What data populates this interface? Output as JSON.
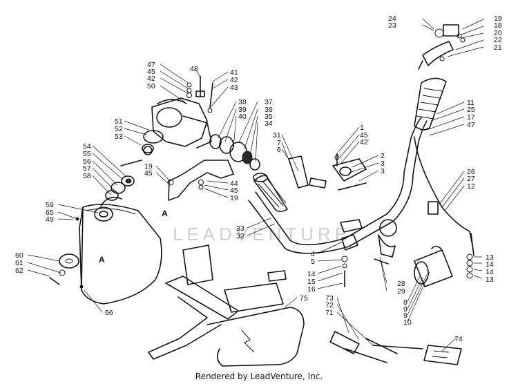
{
  "watermark": "LEADVENTURE",
  "footer": "Rendered by LeadVenture, Inc.",
  "callouts": [
    "A",
    "A"
  ],
  "part_labels": [
    "24",
    "23",
    "19",
    "18",
    "20",
    "22",
    "21",
    "47",
    "45",
    "42",
    "50",
    "48",
    "41",
    "42",
    "43",
    "38",
    "39",
    "40",
    "37",
    "36",
    "35",
    "34",
    "51",
    "52",
    "53",
    "54",
    "55",
    "56",
    "57",
    "58",
    "19",
    "45",
    "44",
    "45",
    "19",
    "59",
    "65",
    "49",
    "60",
    "61",
    "62",
    "66",
    "31",
    "7",
    "6",
    "1",
    "45",
    "42",
    "2",
    "3",
    "3",
    "11",
    "25",
    "17",
    "47",
    "26",
    "27",
    "12",
    "33",
    "32",
    "4",
    "5",
    "14",
    "15",
    "16",
    "28",
    "29",
    "8",
    "9",
    "9",
    "10",
    "13",
    "14",
    "14",
    "13",
    "73",
    "72",
    "71",
    "75",
    "74"
  ]
}
